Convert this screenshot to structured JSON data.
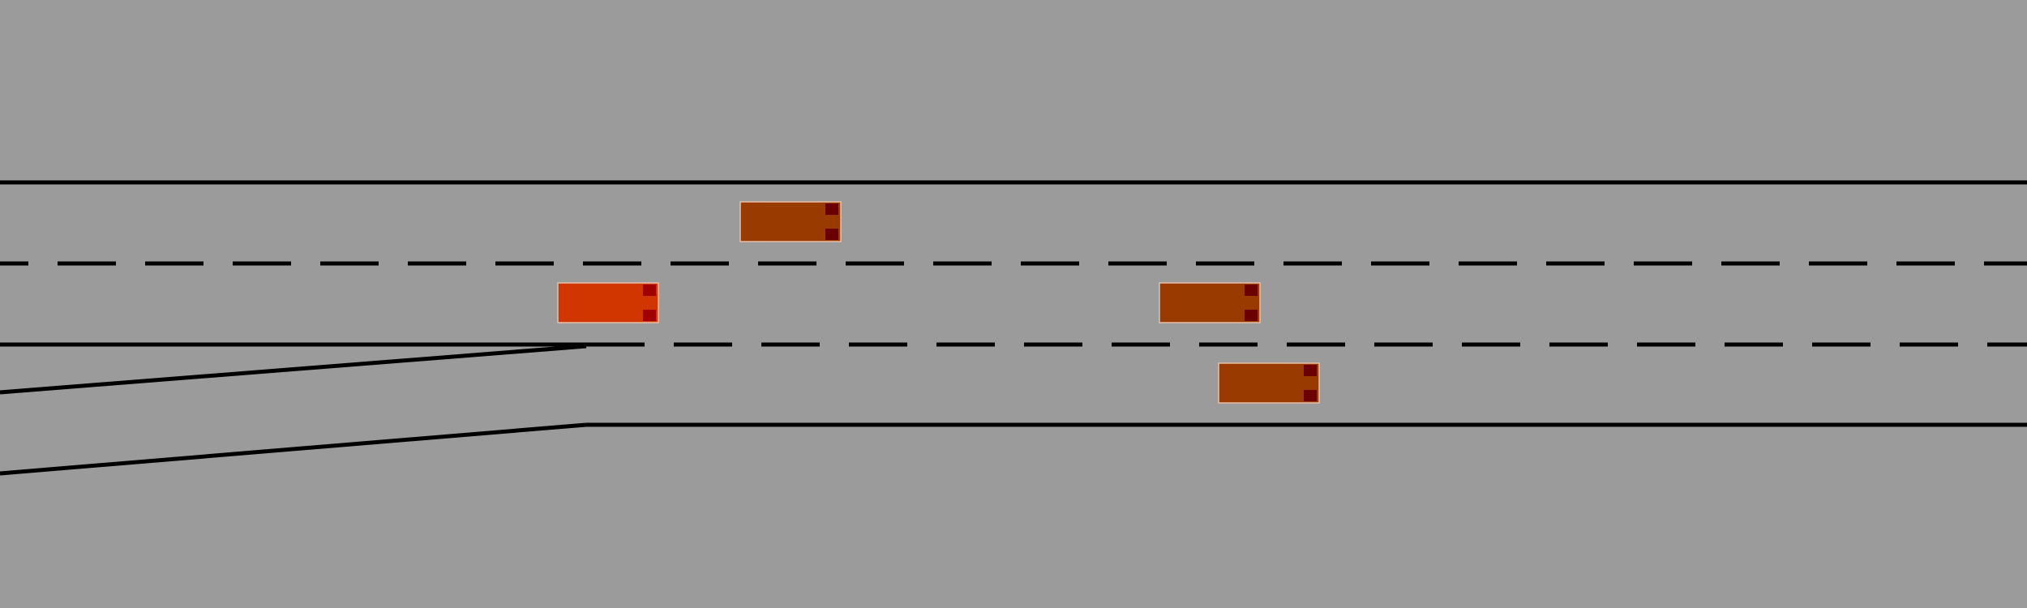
{
  "scene": {
    "type": "highway-merge-simulation",
    "colors": {
      "background": "#9b9b9b",
      "lane_line": "#000000",
      "ego_vehicle": "#d23600",
      "other_vehicle": "#993a00",
      "vehicle_outline": "#e8c0a8",
      "light_marker": "#6b0000"
    },
    "lanes": [
      {
        "name": "upper-lane"
      },
      {
        "name": "middle-lane"
      },
      {
        "name": "lower-lane"
      },
      {
        "name": "merge-ramp"
      }
    ],
    "vehicles": [
      {
        "name": "ego-vehicle",
        "role": "ego",
        "lane": "middle-lane"
      },
      {
        "name": "vehicle-1",
        "role": "other",
        "lane": "upper-lane"
      },
      {
        "name": "vehicle-2",
        "role": "other",
        "lane": "middle-lane"
      },
      {
        "name": "vehicle-3",
        "role": "other",
        "lane": "lower-lane"
      }
    ]
  }
}
